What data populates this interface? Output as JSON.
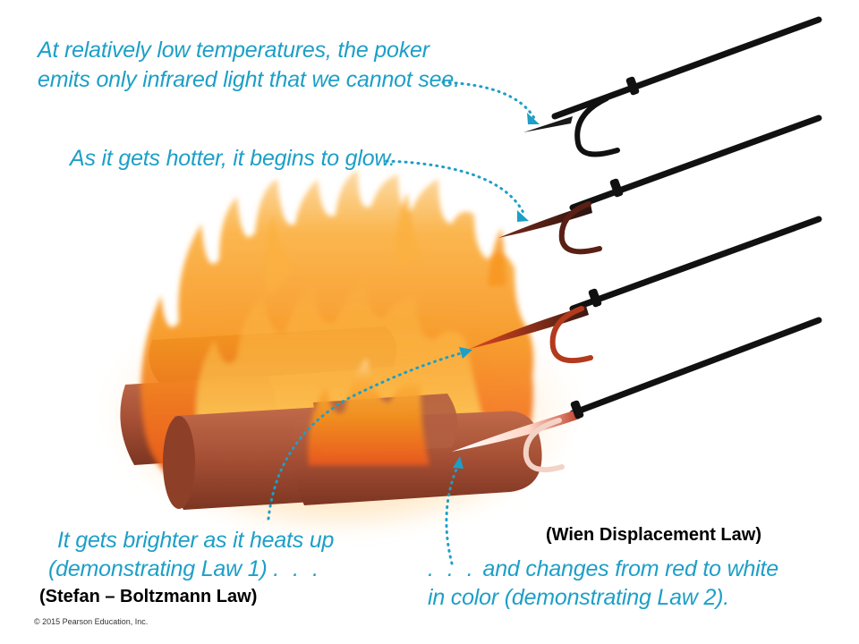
{
  "captions": {
    "low_temp_line1": "At relatively low temperatures, the poker",
    "low_temp_line2": "emits only infrared light that we cannot see.",
    "hotter": "As it gets hotter, it begins to glow.",
    "brighter_line1": "It gets brighter as it heats up",
    "brighter_line2": "(demonstrating Law 1)",
    "brighter_ellipsis": ". . .",
    "color_ellipsis": ". . .",
    "color_line1": "and changes from red to white",
    "color_line2": "in color (demonstrating Law 2)."
  },
  "laws": {
    "stefan": "(Stefan – Boltzmann Law)",
    "wien": "(Wien Displacement Law)"
  },
  "copyright": "© 2015 Pearson Education, Inc.",
  "colors": {
    "caption_blue": "#1d9fc7",
    "poker_black": "#111111",
    "log_brown": "#a8523a",
    "flame_orange": "#f47b20",
    "flame_yellow": "#ffd23a"
  },
  "pokers": [
    {
      "name": "infrared",
      "glow": "none"
    },
    {
      "name": "glowing",
      "glow": "dull-red"
    },
    {
      "name": "brighter",
      "glow": "red"
    },
    {
      "name": "white-hot",
      "glow": "white"
    }
  ]
}
